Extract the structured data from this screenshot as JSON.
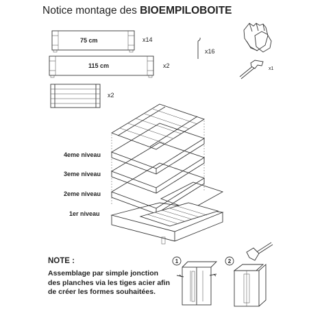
{
  "title": {
    "prefix": "Notice montage des",
    "brand": "BIOEMPILOBOITE"
  },
  "parts": {
    "plank_75": {
      "length_label": "75 cm",
      "quantity": "x14"
    },
    "plank_115": {
      "length_label": "115 cm",
      "quantity": "x2"
    },
    "lid_panel": {
      "quantity": "x2"
    },
    "rods": {
      "quantity": "x16"
    },
    "hammer": {
      "quantity": "x1"
    }
  },
  "levels": [
    {
      "label": "4eme niveau"
    },
    {
      "label": "3eme niveau"
    },
    {
      "label": "2eme niveau"
    },
    {
      "label": "1er niveau"
    }
  ],
  "note": {
    "heading": "NOTE :",
    "text": "Assemblage par simple jonction des planches via les tiges acier afin de créer les formes souhaitées."
  },
  "steps": [
    {
      "number": "1"
    },
    {
      "number": "2"
    }
  ],
  "colors": {
    "line": "#333333",
    "text": "#222222",
    "background": "#ffffff"
  }
}
